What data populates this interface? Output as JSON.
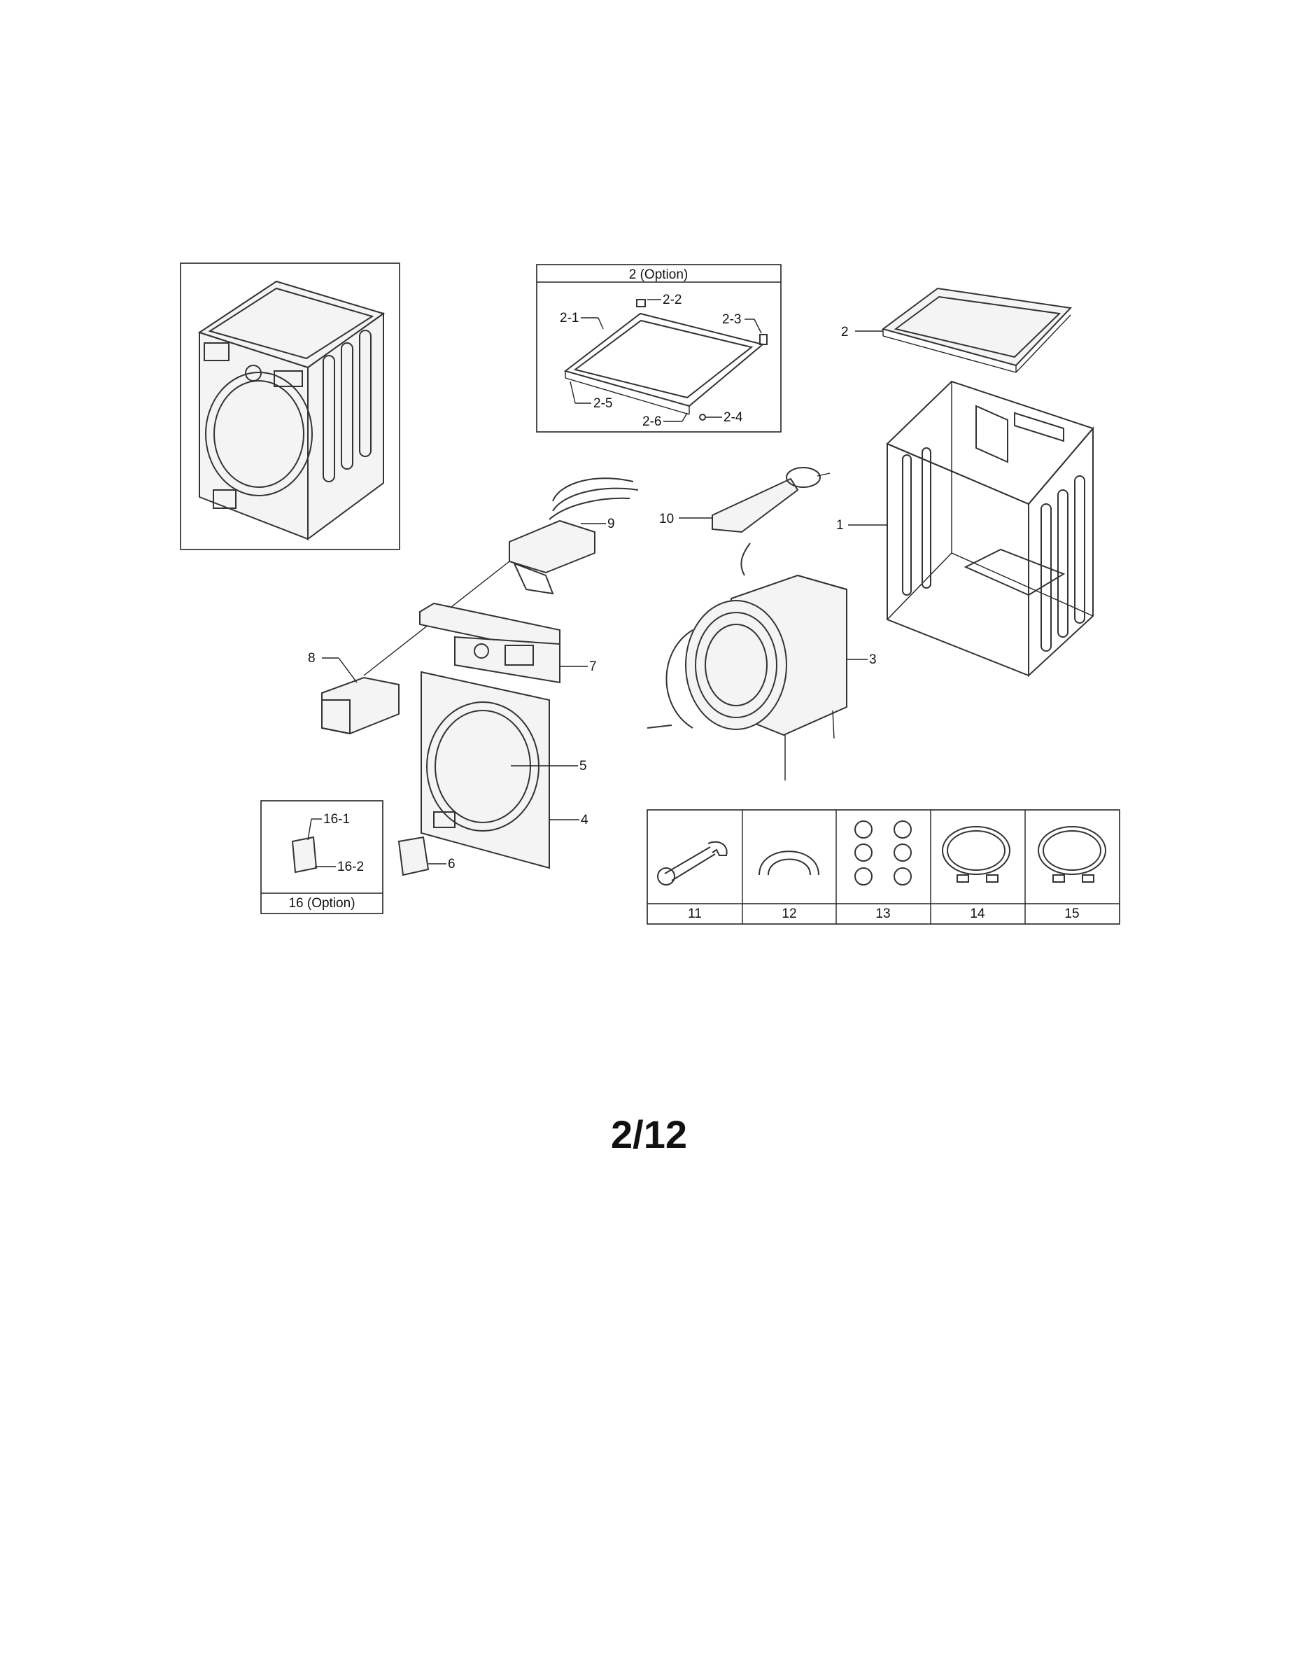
{
  "page_number": "2/12",
  "option_box_2": {
    "title": "2 (Option)"
  },
  "option_box_16": {
    "title": "16 (Option)"
  },
  "callouts": {
    "p1": "1",
    "p2": "2",
    "p3": "3",
    "p4": "4",
    "p5": "5",
    "p6": "6",
    "p7": "7",
    "p8": "8",
    "p9": "9",
    "p10": "10",
    "p2_1": "2-1",
    "p2_2": "2-2",
    "p2_3": "2-3",
    "p2_4": "2-4",
    "p2_5": "2-5",
    "p2_6": "2-6",
    "p16_1": "16-1",
    "p16_2": "16-2"
  },
  "accessories": [
    "11",
    "12",
    "13",
    "14",
    "15"
  ]
}
